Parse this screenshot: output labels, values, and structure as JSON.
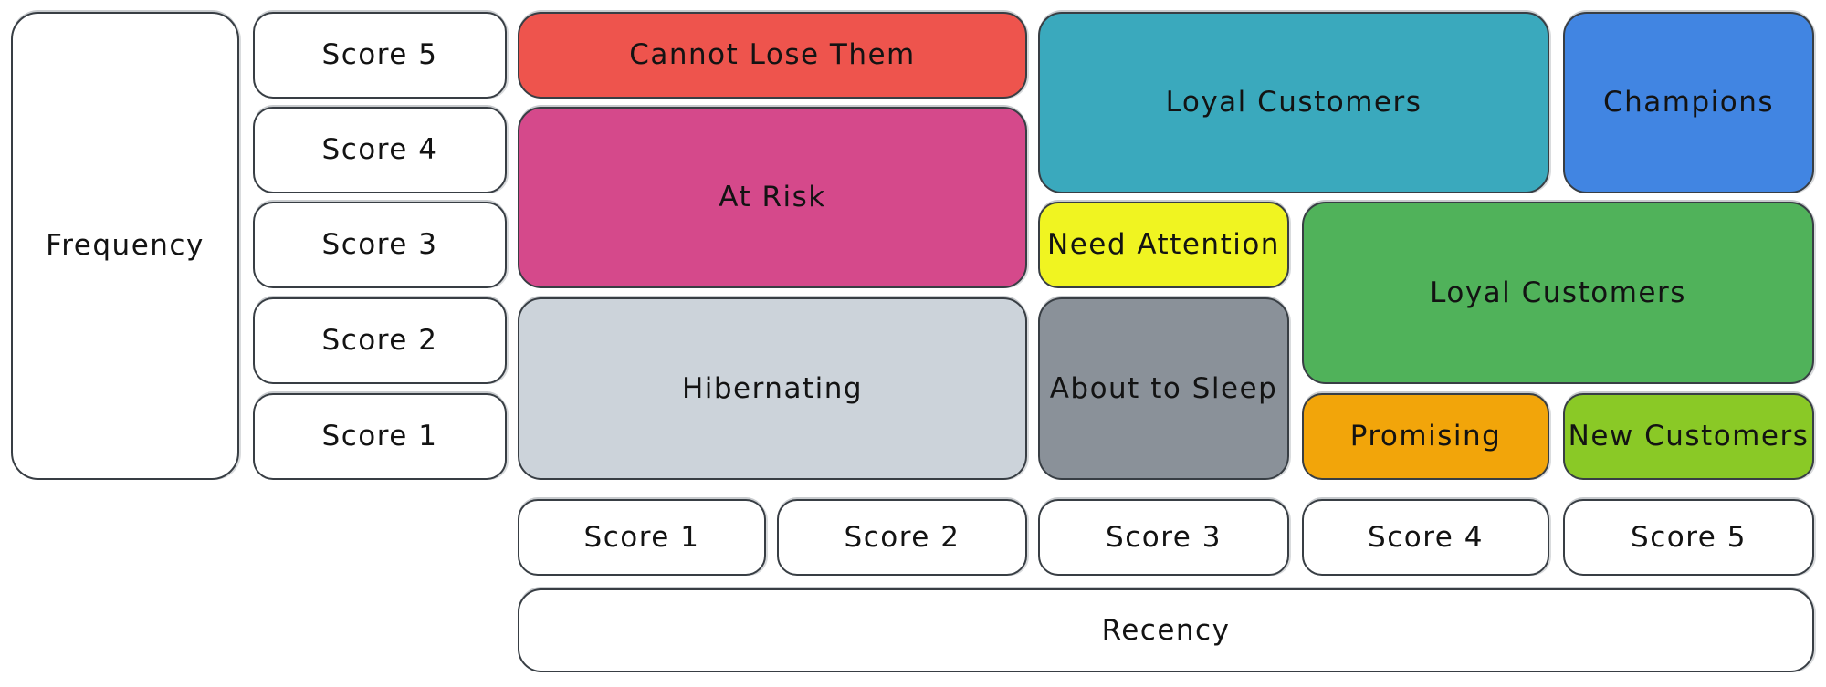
{
  "diagram": {
    "type": "rfm-segmentation-matrix",
    "background": "#ffffff",
    "border_color": "#383e44",
    "text_color": "#131313"
  },
  "axes": {
    "frequency": {
      "label": "Frequency",
      "scores": [
        "Score 5",
        "Score 4",
        "Score 3",
        "Score 2",
        "Score 1"
      ]
    },
    "recency": {
      "label": "Recency",
      "scores": [
        "Score 1",
        "Score 2",
        "Score 3",
        "Score 4",
        "Score 5"
      ]
    }
  },
  "segments": [
    {
      "label": "Cannot Lose Them",
      "color": "#ee544d",
      "recency_scores": "1-2",
      "frequency_scores": "5"
    },
    {
      "label": "At Risk",
      "color": "#d5498b",
      "recency_scores": "1-2",
      "frequency_scores": "3-4"
    },
    {
      "label": "Hibernating",
      "color": "#ccd3da",
      "recency_scores": "1-2",
      "frequency_scores": "1-2"
    },
    {
      "label": "Loyal Customers",
      "color": "#3aa9bd",
      "recency_scores": "3-4",
      "frequency_scores": "4-5"
    },
    {
      "label": "Champions",
      "color": "#4185e2",
      "recency_scores": "5",
      "frequency_scores": "4-5"
    },
    {
      "label": "Need Attention",
      "color": "#f0f421",
      "recency_scores": "3",
      "frequency_scores": "3"
    },
    {
      "label": "About to Sleep",
      "color": "#8a9199",
      "recency_scores": "3",
      "frequency_scores": "1-2"
    },
    {
      "label": "Loyal Customers",
      "color": "#50b25a",
      "recency_scores": "4-5",
      "frequency_scores": "2-3"
    },
    {
      "label": "Promising",
      "color": "#f2a50a",
      "recency_scores": "4",
      "frequency_scores": "1"
    },
    {
      "label": "New Customers",
      "color": "#8ac926",
      "recency_scores": "5",
      "frequency_scores": "1"
    }
  ]
}
